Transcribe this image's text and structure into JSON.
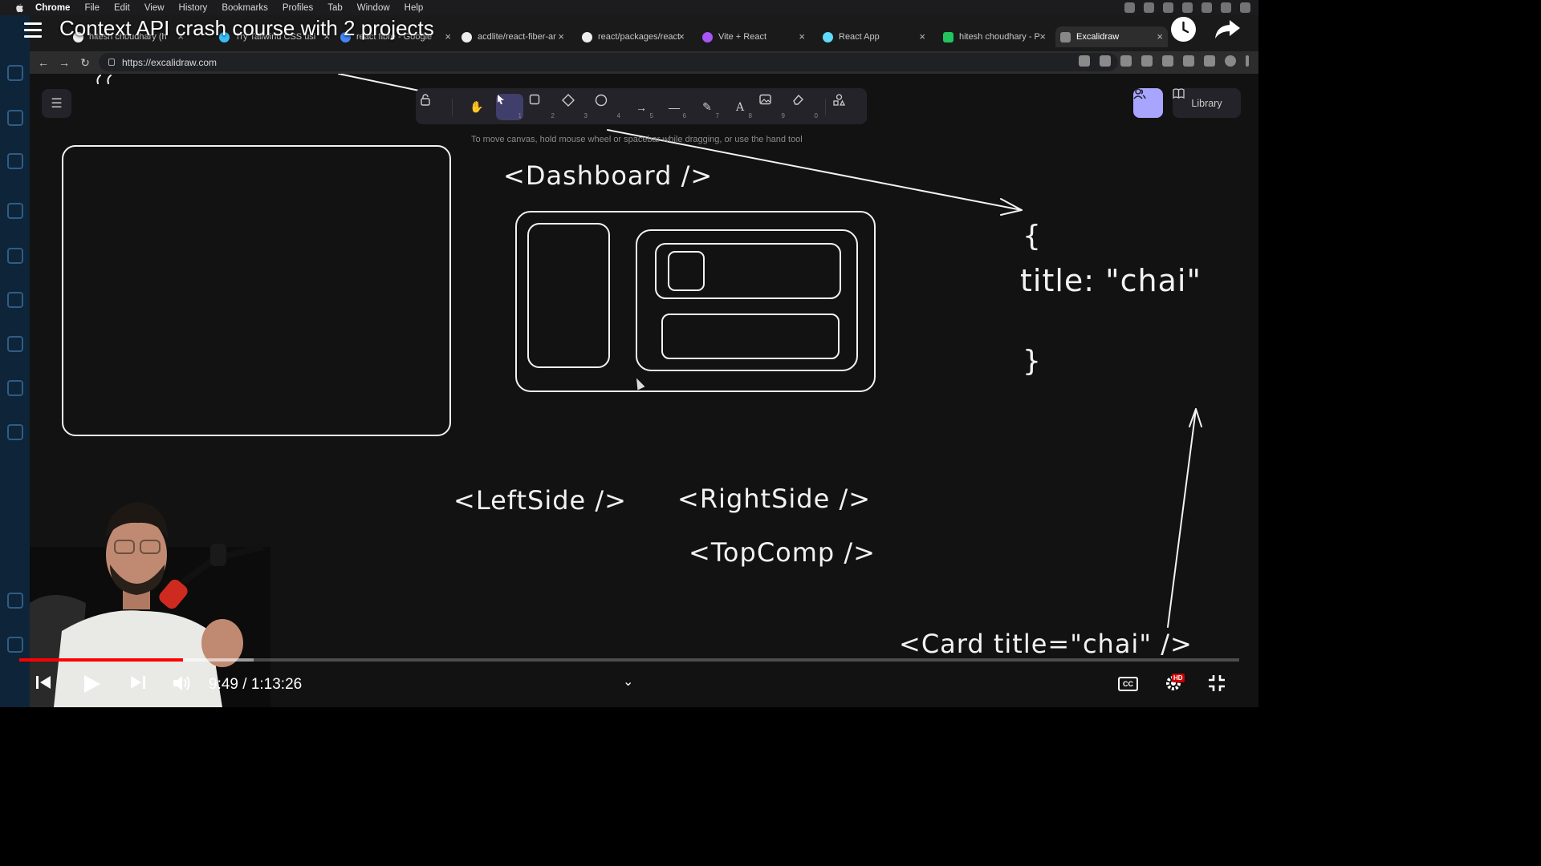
{
  "menubar": {
    "app": "Chrome",
    "items": [
      "File",
      "Edit",
      "View",
      "History",
      "Bookmarks",
      "Profiles",
      "Tab",
      "Window",
      "Help"
    ]
  },
  "browser": {
    "tabs": [
      {
        "label": "hitesh choudhary (h",
        "favicon": "github-icon"
      },
      {
        "label": "Try Tailwind CSS usi",
        "favicon": "tailwind-icon"
      },
      {
        "label": "react fibre - Google",
        "favicon": "google-icon"
      },
      {
        "label": "acdlite/react-fiber-ar",
        "favicon": "github-icon"
      },
      {
        "label": "react/packages/react",
        "favicon": "github-icon"
      },
      {
        "label": "Vite + React",
        "favicon": "vite-icon"
      },
      {
        "label": "React App",
        "favicon": "react-icon"
      },
      {
        "label": "hitesh choudhary - P",
        "favicon": "excalidraw-icon"
      },
      {
        "label": "Excalidraw",
        "favicon": "excalidraw-icon",
        "active": true
      }
    ],
    "url": "https://excalidraw.com"
  },
  "excalidraw": {
    "tools": [
      {
        "name": "lock-icon",
        "key": ""
      },
      {
        "name": "hand-icon",
        "key": ""
      },
      {
        "name": "selection-icon",
        "key": "1"
      },
      {
        "name": "rectangle-icon",
        "key": "2"
      },
      {
        "name": "diamond-icon",
        "key": "3"
      },
      {
        "name": "ellipse-icon",
        "key": "4"
      },
      {
        "name": "arrow-icon",
        "key": "5"
      },
      {
        "name": "line-icon",
        "key": "6"
      },
      {
        "name": "pencil-icon",
        "key": "7"
      },
      {
        "name": "text-icon",
        "key": "8"
      },
      {
        "name": "image-icon",
        "key": "9"
      },
      {
        "name": "eraser-icon",
        "key": "0"
      },
      {
        "name": "more-shapes-icon",
        "key": ""
      }
    ],
    "hint": "To move canvas, hold mouse wheel or spacebar while dragging, or use the hand tool",
    "library_label": "Library",
    "accent": "#a8a5ff"
  },
  "drawing": {
    "dashboard": "<Dashboard />",
    "obj_open": "{",
    "obj_body": "title: \"chai\"",
    "obj_close": "}",
    "leftside": "<LeftSide />",
    "rightside": "<RightSide />",
    "topcomp": "<TopComp />",
    "card": "<Card title=\"chai\" />"
  },
  "video": {
    "title": "Context API crash course with 2 projects",
    "current_time": "9:49",
    "duration": "1:13:26",
    "time_display": "9:49 / 1:13:26",
    "played_fraction": 0.134,
    "buffered_fraction": 0.192,
    "progress_color": "#ff0000",
    "quality_badge": "HD",
    "cc_label": "CC"
  }
}
